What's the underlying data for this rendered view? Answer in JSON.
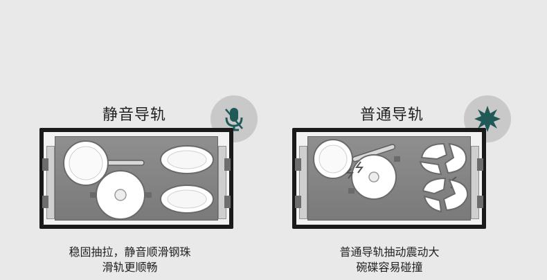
{
  "silent": {
    "title": "静音导轨",
    "caption_line1": "稳固抽拉，静音顺滑钢珠",
    "caption_line2": "滑轨更顺畅",
    "badge_icon": "microphone-icon",
    "accent": "#1f5a58"
  },
  "normal": {
    "title": "普通导轨",
    "caption_line1": "普通导轨抽动震动大",
    "caption_line2": "碗碟容易碰撞",
    "badge_icon": "burst-icon",
    "accent": "#1f5a58"
  }
}
